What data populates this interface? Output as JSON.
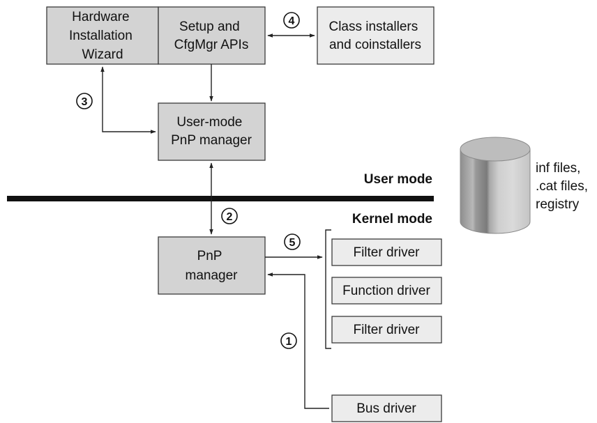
{
  "boxes": {
    "hardware_wizard": [
      "Hardware",
      "Installation",
      "Wizard"
    ],
    "setup_apis": [
      "Setup and",
      "CfgMgr APIs"
    ],
    "class_installers": [
      "Class installers",
      "and coinstallers"
    ],
    "user_pnp": [
      "User-mode",
      "PnP manager"
    ],
    "kernel_pnp": [
      "PnP",
      "manager"
    ],
    "filter_driver_top": "Filter driver",
    "function_driver": "Function driver",
    "filter_driver_bottom": "Filter driver",
    "bus_driver": "Bus driver"
  },
  "modes": {
    "user": "User mode",
    "kernel": "Kernel mode"
  },
  "database": [
    "inf files,",
    ".cat files,",
    "registry"
  ],
  "steps": [
    "1",
    "2",
    "3",
    "4",
    "5"
  ],
  "colors": {
    "box_dark": "#d3d3d3",
    "box_light": "#ececec",
    "divider": "#111111"
  }
}
